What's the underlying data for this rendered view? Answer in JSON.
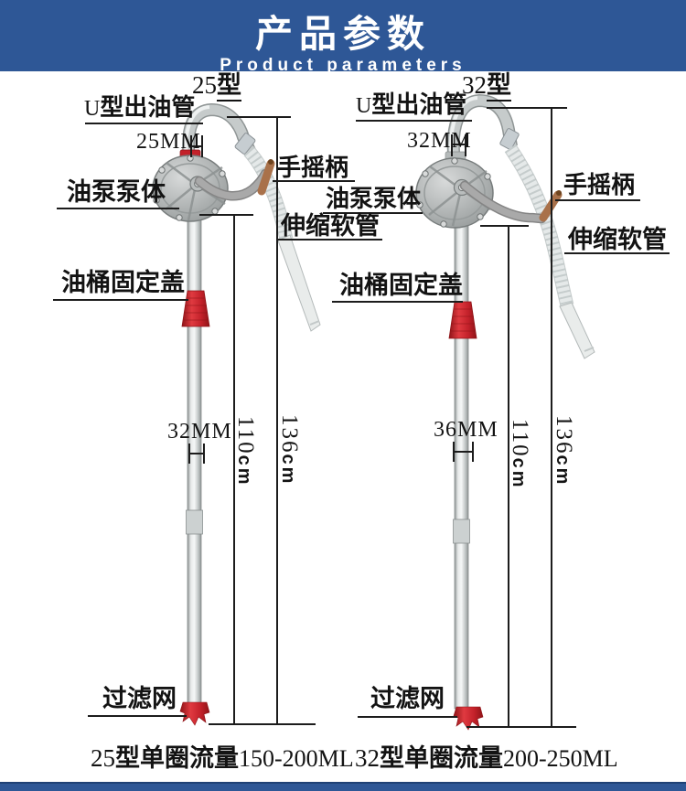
{
  "header": {
    "title_cn": "产品参数",
    "title_en": "Product parameters"
  },
  "colors": {
    "accent_blue": "#2e5796",
    "cap_red": "#c3212a",
    "metal_gray": "#a9adad",
    "line_black": "#1c1c1c"
  },
  "left": {
    "model_num": "25",
    "model_type": "型",
    "outlet_prefix": "U",
    "outlet_cn": "型出油管",
    "outlet_diameter": "25MM",
    "handle": "手摇柄",
    "body": "油泵泵体",
    "hose": "伸缩软管",
    "cap": "油桶固定盖",
    "tube_diameter": "32MM",
    "len_inner_num": "110",
    "len_inner_unit": "cm",
    "len_outer_num": "136",
    "len_outer_unit": "cm",
    "filter": "过滤网",
    "cap_num": "25",
    "cap_cn": "型单圈流量",
    "cap_val": "150-200ML"
  },
  "right": {
    "model_num": "32",
    "model_type": "型",
    "outlet_prefix": "U",
    "outlet_cn": "型出油管",
    "outlet_diameter": "32MM",
    "handle": "手摇柄",
    "body": "油泵泵体",
    "hose": "伸缩软管",
    "cap": "油桶固定盖",
    "tube_diameter": "36MM",
    "len_inner_num": "110",
    "len_inner_unit": "cm",
    "len_outer_num": "136",
    "len_outer_unit": "cm",
    "filter": "过滤网",
    "cap_num": "32",
    "cap_cn": "型单圈流量",
    "cap_val": "200-250ML"
  }
}
